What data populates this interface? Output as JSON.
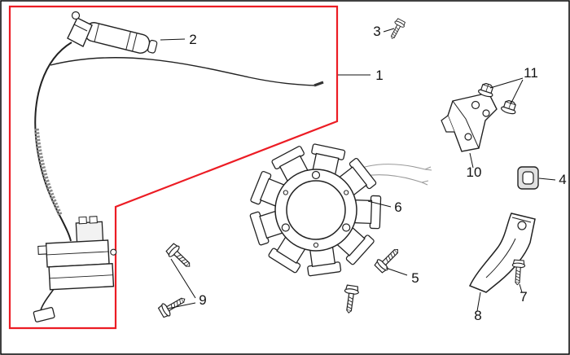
{
  "diagram": {
    "callouts": [
      "1",
      "2",
      "3",
      "4",
      "5",
      "6",
      "7",
      "8",
      "9",
      "10",
      "11"
    ],
    "colors": {
      "background": "#ffffff",
      "frame": "#000000",
      "highlight": "#ec1c24",
      "line": "#222222",
      "wire_gray": "#9a9a9a"
    }
  }
}
